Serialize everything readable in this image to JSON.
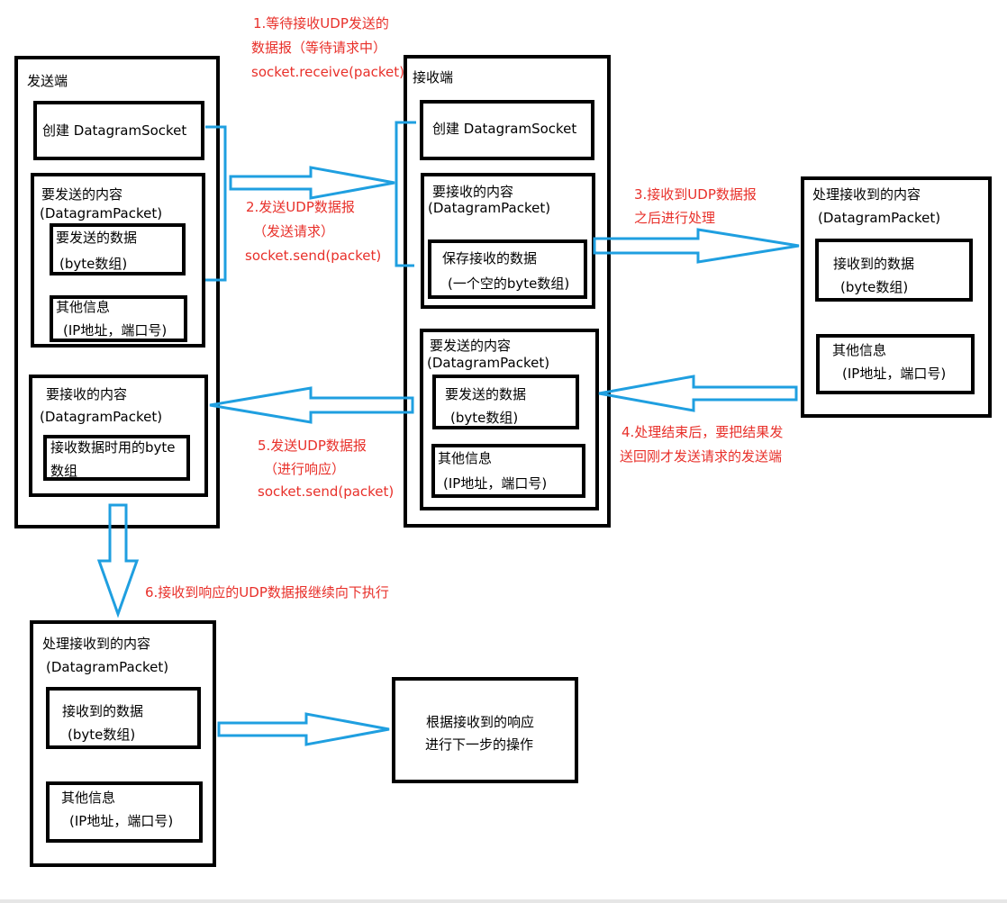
{
  "sender": {
    "title": "发送端",
    "create_socket": "创建 DatagramSocket",
    "send_packet": {
      "title": "要发送的内容",
      "subtitle": "(DatagramPacket)",
      "data_line1": "要发送的数据",
      "data_line2": "(byte数组)",
      "info_line1": "其他信息",
      "info_line2": "(IP地址，端口号)"
    },
    "recv_packet": {
      "title": "要接收的内容",
      "subtitle": "(DatagramPacket)",
      "buf_line1": "接收数据时用的byte",
      "buf_line2": "数组"
    }
  },
  "receiver": {
    "title": "接收端",
    "create_socket": "创建 DatagramSocket",
    "recv_packet": {
      "title": "要接收的内容",
      "subtitle": "(DatagramPacket)",
      "save_line1": "保存接收的数据",
      "save_line2": "(一个空的byte数组)"
    },
    "send_packet": {
      "title": "要发送的内容",
      "subtitle": "(DatagramPacket)",
      "data_line1": "要发送的数据",
      "data_line2": "(byte数组)",
      "info_line1": "其他信息",
      "info_line2": "(IP地址，端口号)"
    }
  },
  "process_right": {
    "title": "处理接收到的内容",
    "subtitle": "(DatagramPacket)",
    "data_line1": "接收到的数据",
    "data_line2": "(byte数组)",
    "info_line1": "其他信息",
    "info_line2": "(IP地址，端口号)"
  },
  "process_bottom": {
    "title": "处理接收到的内容",
    "subtitle": "(DatagramPacket)",
    "data_line1": "接收到的数据",
    "data_line2": "(byte数组)",
    "info_line1": "其他信息",
    "info_line2": "(IP地址，端口号)"
  },
  "next_step": {
    "line1": "根据接收到的响应",
    "line2": "进行下一步的操作"
  },
  "steps": {
    "s1_line1": "1.等待接收UDP发送的",
    "s1_line2": "数据报（等待请求中）",
    "s1_line3": "socket.receive(packet)",
    "s2_line1": "2.发送UDP数据报",
    "s2_line2": "（发送请求）",
    "s2_line3": "socket.send(packet)",
    "s3_line1": "3.接收到UDP数据报",
    "s3_line2": "之后进行处理",
    "s4_line1": "4.处理结束后，要把结果发",
    "s4_line2": "送回刚才发送请求的发送端",
    "s5_line1": "5.发送UDP数据报",
    "s5_line2": "（进行响应）",
    "s5_line3": "socket.send(packet)",
    "s6_line1": "6.接收到响应的UDP数据报继续向下执行"
  },
  "colors": {
    "arrow": "#1f9fe0",
    "step_text": "#e8302a",
    "box_border": "#000000"
  }
}
